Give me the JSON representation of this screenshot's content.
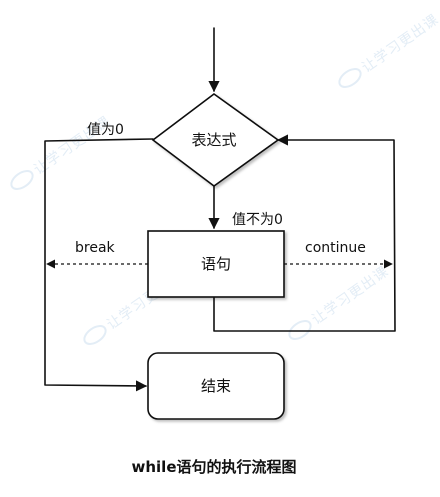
{
  "diagram": {
    "nodes": {
      "condition": "表达式",
      "body": "语句",
      "end": "结束"
    },
    "edges": {
      "zero": "值为0",
      "nonzero": "值不为0",
      "break": "break",
      "continue": "continue"
    },
    "caption": "while语句的执行流程图"
  },
  "watermark": {
    "text": "让学习更出课"
  },
  "colors": {
    "line": "#111111",
    "watermark": "#e3edf6",
    "background": "#ffffff"
  }
}
